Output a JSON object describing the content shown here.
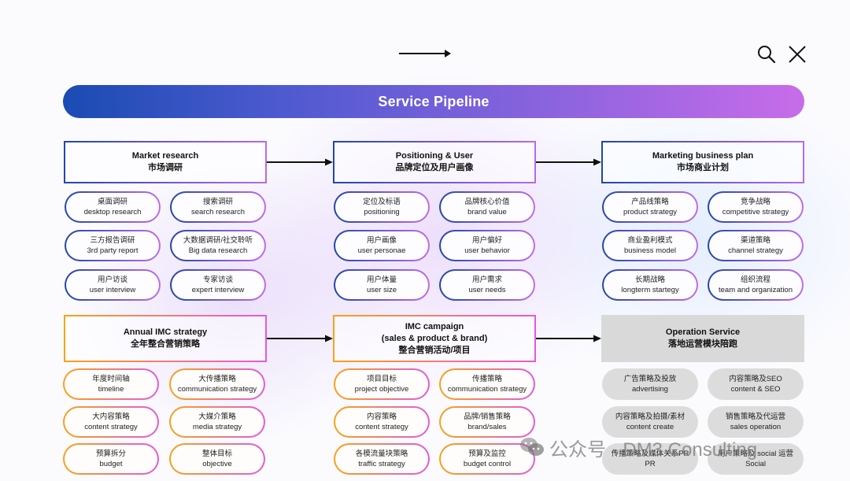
{
  "header": {
    "banner_title": "Service Pipeline"
  },
  "icons": {
    "search": "search-icon",
    "close": "close-icon",
    "nav_arrow": "arrow-right-icon"
  },
  "colors": {
    "banner_start": "#1a4bb3",
    "banner_end": "#c86ce9",
    "blue_border": "#2346a8",
    "purple_border": "#c16ce8",
    "orange_border": "#f5a31a",
    "pink_border": "#e35ad6",
    "gray_fill": "#d9d9d9"
  },
  "row1": {
    "col1": {
      "title_en": "Market research",
      "title_cn": "市场调研",
      "items": [
        {
          "cn": "桌面调研",
          "en": "desktop research"
        },
        {
          "cn": "搜索调研",
          "en": "search research"
        },
        {
          "cn": "三方报告调研",
          "en": "3rd party report"
        },
        {
          "cn": "大数据调研/社交聆听",
          "en": "Big data research"
        },
        {
          "cn": "用户访谈",
          "en": "user interview"
        },
        {
          "cn": "专家访谈",
          "en": "expert interview"
        }
      ]
    },
    "col2": {
      "title_en": "Positioning & User",
      "title_cn": "品牌定位及用户画像",
      "items": [
        {
          "cn": "定位及标语",
          "en": "positioning"
        },
        {
          "cn": "品牌核心价值",
          "en": "brand value"
        },
        {
          "cn": "用户画像",
          "en": "user personae"
        },
        {
          "cn": "用户偏好",
          "en": "user behavior"
        },
        {
          "cn": "用户体量",
          "en": "user size"
        },
        {
          "cn": "用户需求",
          "en": "user needs"
        }
      ]
    },
    "col3": {
      "title_en": "Marketing business plan",
      "title_cn": "市场商业计划",
      "items": [
        {
          "cn": "产品线策略",
          "en": "product strategy"
        },
        {
          "cn": "竞争战略",
          "en": "competitive strategy"
        },
        {
          "cn": "商业盈利模式",
          "en": "business model"
        },
        {
          "cn": "渠道策略",
          "en": "channel strategy"
        },
        {
          "cn": "长期战略",
          "en": "longterm startegy"
        },
        {
          "cn": "组织流程",
          "en": "team and organization"
        }
      ]
    }
  },
  "row2": {
    "col1": {
      "title_en": "Annual IMC strategy",
      "title_cn": "全年整合营销策略",
      "items": [
        {
          "cn": "年度时间轴",
          "en": "timeline"
        },
        {
          "cn": "大传播策略",
          "en": "communication strategy"
        },
        {
          "cn": "大内容策略",
          "en": "content strategy"
        },
        {
          "cn": "大媒介策略",
          "en": "media strategy"
        },
        {
          "cn": "预算拆分",
          "en": "budget"
        },
        {
          "cn": "整体目标",
          "en": "objective"
        }
      ]
    },
    "col2": {
      "title_en": "IMC campaign",
      "title_en2": "(sales & product & brand)",
      "title_cn": "整合营销活动/项目",
      "items": [
        {
          "cn": "项目目标",
          "en": "project objective"
        },
        {
          "cn": "传播策略",
          "en": "communication strategy"
        },
        {
          "cn": "内容策略",
          "en": "content strategy"
        },
        {
          "cn": "品牌/销售策略",
          "en": "brand/sales"
        },
        {
          "cn": "各模流量块策略",
          "en": "traffic strategy"
        },
        {
          "cn": "预算及监控",
          "en": "budget control"
        }
      ]
    },
    "col3": {
      "title_en": "Operation Service",
      "title_cn": "落地运营模块陪跑",
      "items": [
        {
          "cn": "广告策略及投放",
          "en": "advertising"
        },
        {
          "cn": "内容策略及SEO",
          "en": "content & SEO"
        },
        {
          "cn": "内容策略及拍摄/素材",
          "en": "content create"
        },
        {
          "cn": "销售策略及代运营",
          "en": "sales operation"
        },
        {
          "cn": "传播策略及媒体关系PR",
          "en": "PR"
        },
        {
          "cn": "用户策略及 social 运营",
          "en": "Social"
        }
      ]
    }
  },
  "watermark": {
    "text": "公众号 · DM3 Consulting"
  }
}
